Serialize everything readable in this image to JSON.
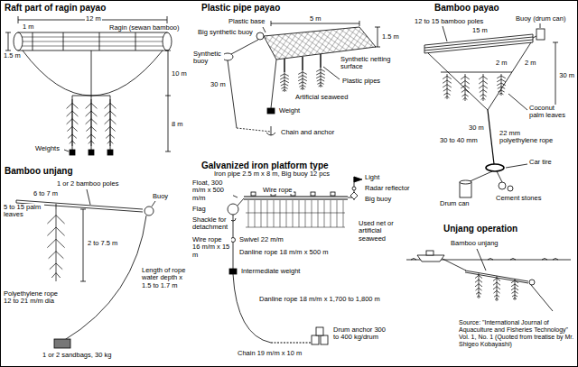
{
  "diagram": {
    "caption": "Source: \"International Journal of Aquaculture and Fisheries Technology\" Vol. 1, No. 1 (Quoted from treatise by Mr. Shigeo Kobayashi)",
    "labels": [
      "Raft part of ragin payao",
      "12 m",
      "1 m",
      "Ragin (sewan bamboo)",
      "1.5 m",
      "10 m",
      "8 m",
      "Weights",
      "Plastic pipe payao",
      "5 m",
      "Plastic base",
      "Big synthetic buoy",
      "1.5 m",
      "Synthetic buoy",
      "Synthetic netting surface",
      "Plastic pipes",
      "30 m",
      "Artificial seaweed",
      "Weight",
      "Chain and anchor",
      "Bamboo payao",
      "12 to 15 bamboo poles",
      "Buoy (drum can)",
      "15 m",
      "2 m",
      "2 m",
      "30 m",
      "Coconut palm leaves",
      "30 m",
      "30 to 40 mm",
      "22 mm polyethylene rope",
      "Car tire",
      "Drum can",
      "Cement stones",
      "Bamboo unjang",
      "1 or 2 bamboo poles",
      "6 to 7 m",
      "Buoy",
      "5 to 15 palm leaves",
      "2 to 7.5 m",
      "Polyethylene rope 12 to 21 m/m dia",
      "Length of rope water depth x 1.5 to 1.7 m",
      "1 or 2 sandbags, 30 kg",
      "Galvanized iron platform type",
      "Iron pipe 2.5 m x 8 m, Big buoy 12 pcs",
      "Float, 300 m/m x 500 m/m",
      "Flag",
      "Light",
      "Radar reflector",
      "Big buoy",
      "Wire rope",
      "Shackle for detachment",
      "Used net or artificial seaweed",
      "Wire rope 16 m/m x 15 m",
      "Swivel 22 m/m",
      "Danline rope 18 m/m x 500 m",
      "Intermediate weight",
      "Danline rope 18 m/m x 1,700 to 1,800 m",
      "Drum anchor 300 to 400 kg/drum",
      "Chain 19 m/m x 10 m",
      "Unjang operation",
      "Bamboo unjang"
    ]
  }
}
